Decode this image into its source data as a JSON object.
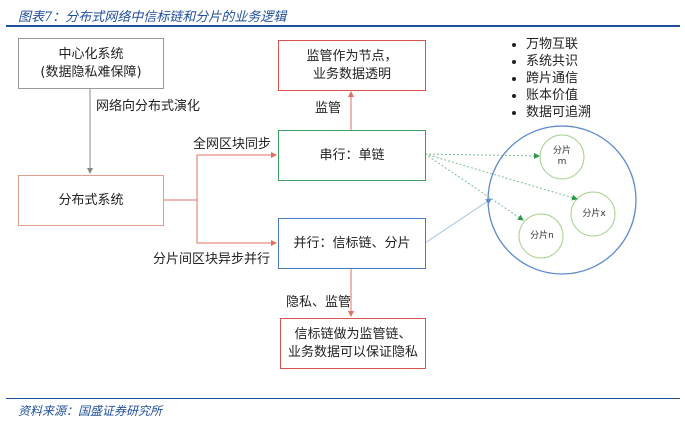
{
  "title": "图表7：分布式网络中信标链和分片的业务逻辑",
  "boxes": {
    "central": {
      "line1": "中心化系统",
      "line2": "(数据隐私难保障)"
    },
    "distributed": "分布式系统",
    "supervision": {
      "line1": "监管作为节点，",
      "line2": "业务数据透明"
    },
    "serial": "串行：单链",
    "parallel": "并行：信标链、分片",
    "beacon": {
      "line1": "信标链做为监管链、",
      "line2": "业务数据可以保证隐私"
    }
  },
  "labels": {
    "evolve": "网络向分布式演化",
    "sync": "全网区块同步",
    "async": "分片间区块异步并行",
    "supervise": "监管",
    "privacy": "隐私、监管"
  },
  "bullets": [
    "万物互联",
    "系统共识",
    "跨片通信",
    "账本价值",
    "数据可追溯"
  ],
  "shards": {
    "m": {
      "name": "分片",
      "sub": "m"
    },
    "x": {
      "name": "分片",
      "sub": "x"
    },
    "n": {
      "name": "分片",
      "sub": "n"
    }
  },
  "source": "资料来源：国盛证券研究所"
}
